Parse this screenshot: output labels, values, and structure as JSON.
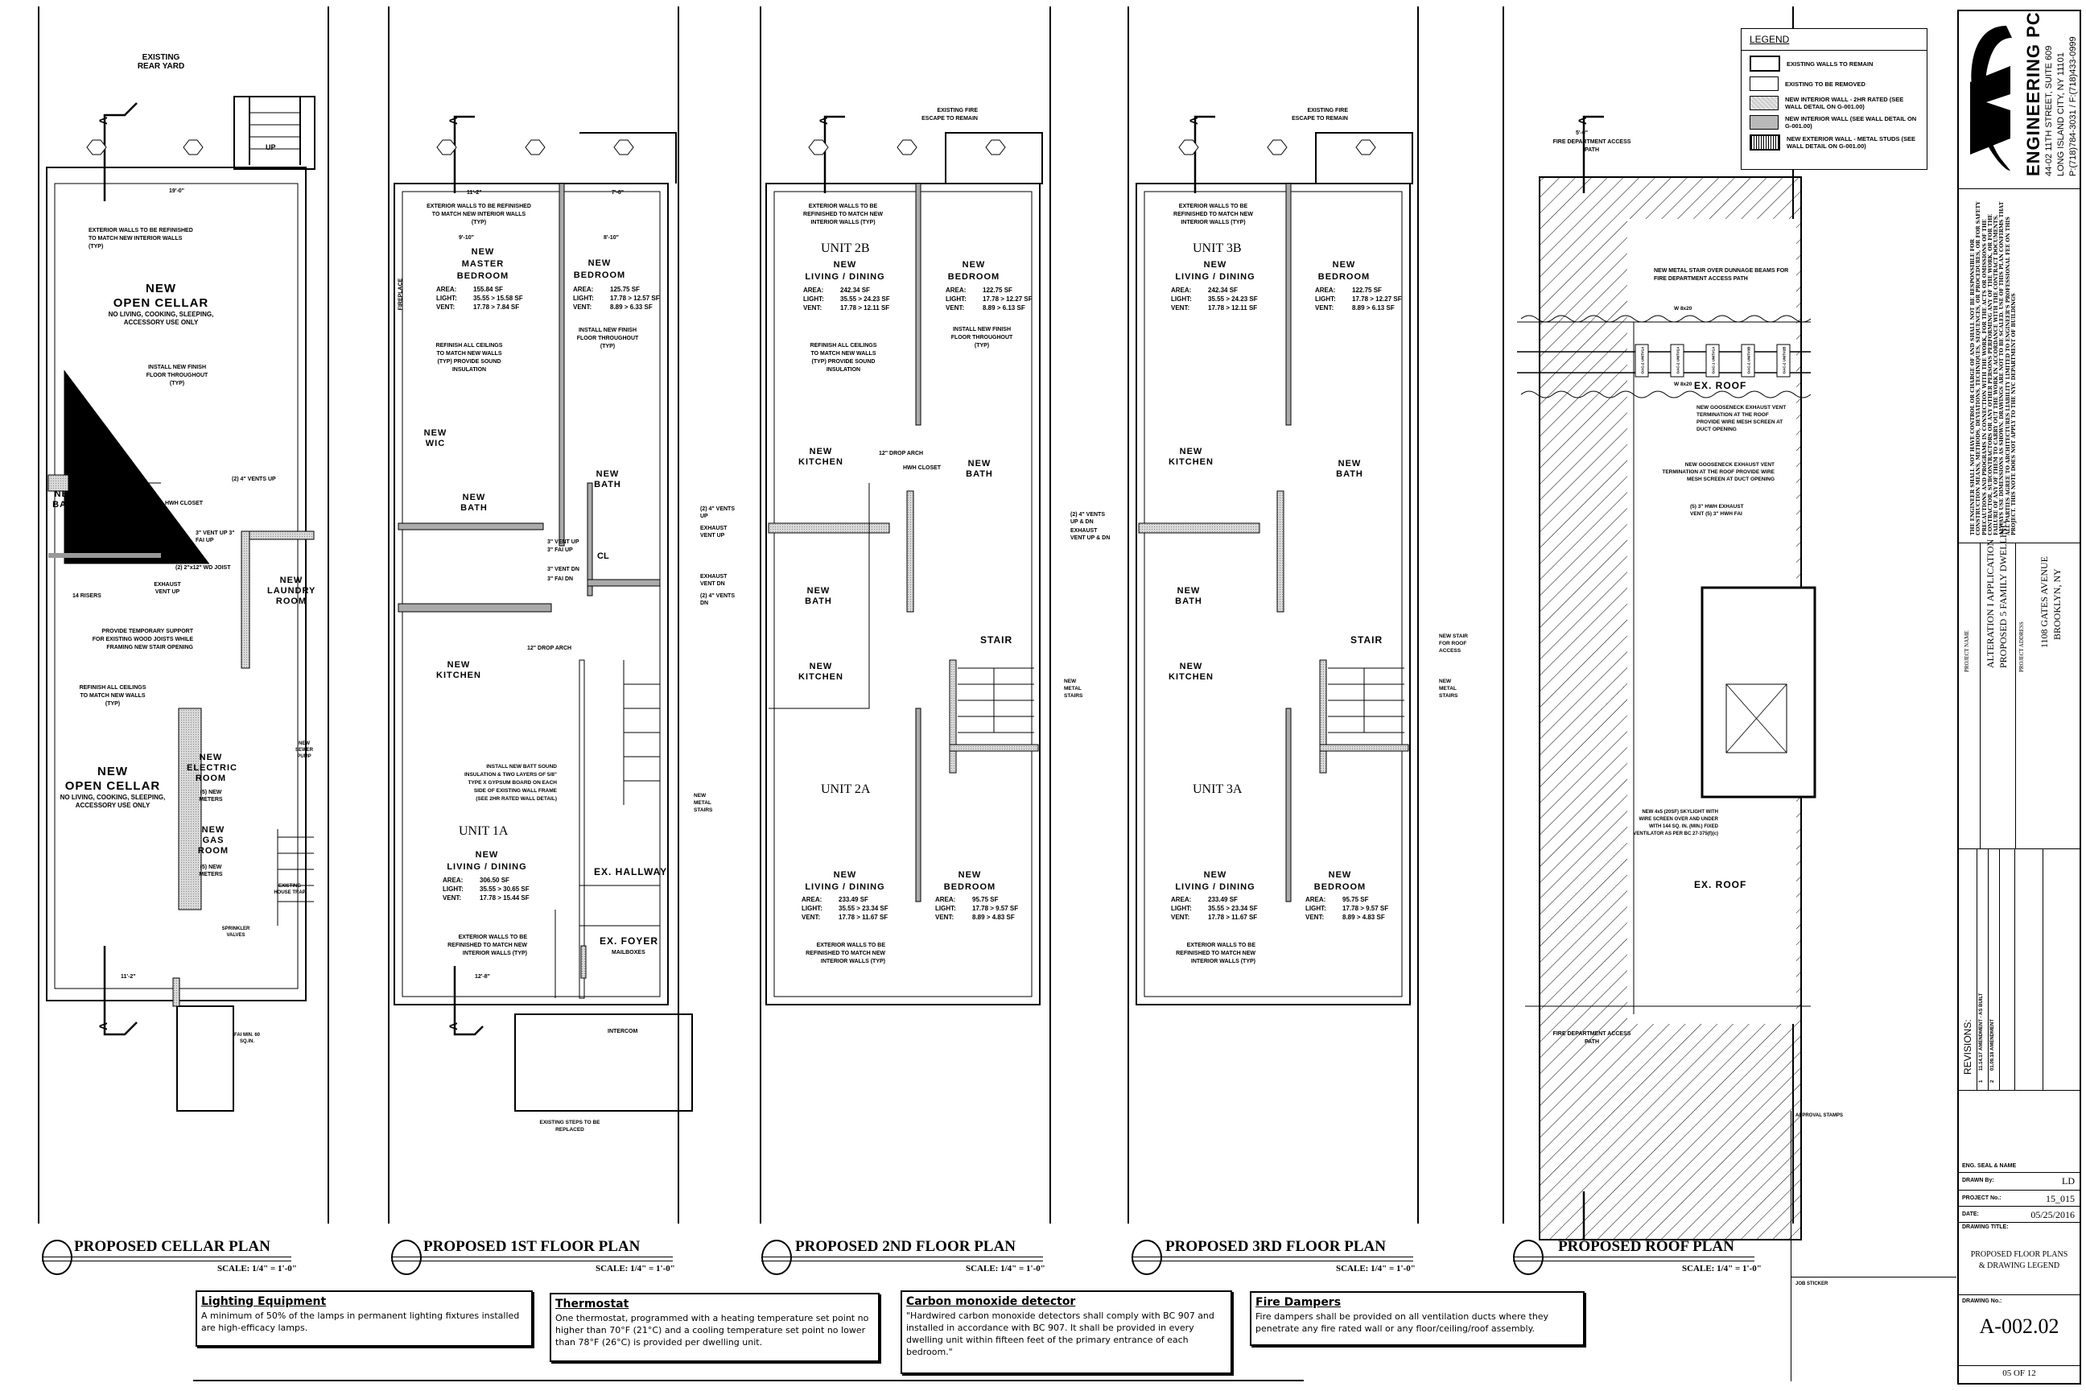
{
  "sheet": {
    "plans": [
      {
        "title": "PROPOSED CELLAR PLAN",
        "scale": "SCALE: 1/4\" = 1'-0\""
      },
      {
        "title": "PROPOSED 1ST FLOOR PLAN",
        "scale": "SCALE: 1/4\" = 1'-0\""
      },
      {
        "title": "PROPOSED 2ND FLOOR PLAN",
        "scale": "SCALE: 1/4\" = 1'-0\""
      },
      {
        "title": "PROPOSED 3RD FLOOR PLAN",
        "scale": "SCALE: 1/4\" = 1'-0\""
      },
      {
        "title": "PROPOSED ROOF PLAN",
        "scale": "SCALE: 1/4\" = 1'-0\""
      }
    ]
  },
  "cellar": {
    "rear_yard": "EXISTING REAR YARD",
    "up": "UP",
    "dim_top": "19'-0\"",
    "ext_note": "EXTERIOR WALLS TO BE REFINISHED TO MATCH NEW INTERIOR WALLS (TYP)",
    "open_cellar_top": {
      "name": "NEW",
      "name2": "OPEN CELLAR",
      "sub": "NO LIVING, COOKING, SLEEPING,",
      "sub2": "ACCESSORY USE ONLY"
    },
    "install_floor": "INSTALL NEW FINISH FLOOR THROUGHOUT (TYP)",
    "bath": "NEW BATH",
    "hwh_closet": "HWH CLOSET",
    "vents_up": "(2) 4\" VENTS UP",
    "vent_fai": "3\" VENT UP 3\" FAI UP",
    "joist": "(2) 2\"x12\" WD JOIST",
    "risers": "14 RISERS",
    "exhaust": "EXHAUST VENT UP",
    "laundry": "NEW LAUNDRY ROOM",
    "temp_support": "PROVIDE TEMPORARY SUPPORT FOR EXISTING WOOD JOISTS WHILE FRAMING NEW STAIR OPENING",
    "refinish": "REFINISH ALL CEILINGS TO MATCH NEW WALLS (TYP)",
    "open_cellar_bottom": {
      "name": "NEW",
      "name2": "OPEN CELLAR",
      "sub": "NO LIVING, COOKING, SLEEPING,",
      "sub2": "ACCESSORY USE ONLY"
    },
    "electric": "NEW ELECTRIC ROOM",
    "electric_meters": "(5) NEW METERS",
    "gas": "NEW GAS ROOM",
    "gas_meters": "(5) NEW METERS",
    "sewer": "NEW SEWER PUMP",
    "house_trap": "EXISTING HOUSE TRAP",
    "sprinkler": "SPRINKLER VALVES",
    "fai": "FAI MIN. 60 SQ.IN.",
    "dim_bottom": "11'-2\""
  },
  "first": {
    "ext_note": "EXTERIOR WALLS TO BE REFINISHED TO MATCH NEW INTERIOR WALLS (TYP)",
    "dims": [
      "11'-2\"",
      "7'-8\"",
      "9'-10\"",
      "8'-10\""
    ],
    "master": {
      "name": "NEW",
      "name2": "MASTER",
      "name3": "BEDROOM",
      "area": "155.84 SF",
      "light": "35.55 > 15.58 SF",
      "vent": "17.78 > 7.84 SF"
    },
    "bedroom": {
      "name": "NEW",
      "name2": "BEDROOM",
      "area": "125.75 SF",
      "light": "17.78 > 12.57 SF",
      "vent": "8.89 > 6.33 SF"
    },
    "fireplace": "FIREPLACE",
    "refinish": "REFINISH ALL CEILINGS TO MATCH NEW WALLS (TYP) PROVIDE SOUND INSULATION",
    "install_floor": "INSTALL NEW FINISH FLOOR THROUGHOUT (TYP)",
    "wic": "NEW WIC",
    "bath1": "NEW BATH",
    "bath2": "NEW BATH",
    "cl": "CL",
    "kitchen": "NEW KITCHEN",
    "drop_arch": "12\" DROP ARCH",
    "vent_notes": [
      "3\" VENT UP",
      "3\" FAI UP",
      "3\" VENT DN",
      "3\" FAI DN"
    ],
    "right_notes": [
      "(2) 4\" VENTS UP",
      "EXHAUST VENT UP",
      "EXHAUST VENT DN",
      "(2) 4\" VENTS DN"
    ],
    "batt_note": "INSTALL NEW BATT SOUND INSULATION & TWO LAYERS OF 5/8\" TYPE X GYPSUM BOARD ON EACH SIDE OF EXISTING WALL FRAME (SEE 2HR RATED WALL DETAIL)",
    "unit": "UNIT 1A",
    "living": {
      "name": "NEW",
      "name2": "LIVING / DINING",
      "area": "306.50 SF",
      "light": "35.55 > 30.65 SF",
      "vent": "17.78 > 15.44 SF"
    },
    "hallway": "EX. HALLWAY",
    "foyer": "EX. FOYER",
    "mailboxes": "MAILBOXES",
    "intercom": "INTERCOM",
    "metal_stairs": "NEW METAL STAIRS",
    "steps": "EXISTING STEPS TO BE REPLACED",
    "dim_bottom": "12'-8\""
  },
  "second": {
    "fire_escape": "EXISTING FIRE ESCAPE TO REMAIN",
    "ext_note": "EXTERIOR WALLS TO BE REFINISHED TO MATCH NEW INTERIOR WALLS (TYP)",
    "unit_b": "UNIT 2B",
    "living_b": {
      "name": "NEW",
      "name2": "LIVING / DINING",
      "area": "242.34 SF",
      "light": "35.55 > 24.23 SF",
      "vent": "17.78 > 12.11 SF"
    },
    "bedroom_b": {
      "name": "NEW",
      "name2": "BEDROOM",
      "area": "122.75 SF",
      "light": "17.78 > 12.27 SF",
      "vent": "8.89 > 6.13 SF"
    },
    "refinish": "REFINISH ALL CEILINGS TO MATCH NEW WALLS (TYP) PROVIDE SOUND INSULATION",
    "install_floor": "INSTALL NEW FINISH FLOOR THROUGHOUT (TYP)",
    "kitchen1": "NEW KITCHEN",
    "kitchen2": "NEW KITCHEN",
    "bath1": "NEW BATH",
    "bath2": "NEW BATH",
    "hwh_closet": "HWH CLOSET",
    "stair": "STAIR",
    "drop_arch": "12\" DROP ARCH",
    "metal_stairs": "NEW METAL STAIRS",
    "right_notes": [
      "(2) 4\" VENTS UP & DN",
      "EXHAUST VENT UP & DN"
    ],
    "unit_a": "UNIT 2A",
    "living_a": {
      "name": "NEW",
      "name2": "LIVING / DINING",
      "area": "233.49 SF",
      "light": "35.55 > 23.34 SF",
      "vent": "17.78 > 11.67 SF"
    },
    "bedroom_a": {
      "name": "NEW",
      "name2": "BEDROOM",
      "area": "95.75 SF",
      "light": "17.78 > 9.57 SF",
      "vent": "8.89 > 4.83 SF"
    }
  },
  "third": {
    "fire_escape": "EXISTING FIRE ESCAPE TO REMAIN",
    "ext_note": "EXTERIOR WALLS TO BE REFINISHED TO MATCH NEW INTERIOR WALLS (TYP)",
    "unit_b": "UNIT 3B",
    "living_b": {
      "name": "NEW",
      "name2": "LIVING / DINING",
      "area": "242.34 SF",
      "light": "35.55 > 24.23 SF",
      "vent": "17.78 > 12.11 SF"
    },
    "bedroom_b": {
      "name": "NEW",
      "name2": "BEDROOM",
      "area": "122.75 SF",
      "light": "17.78 > 12.27 SF",
      "vent": "8.89 > 6.13 SF"
    },
    "kitchen1": "NEW KITCHEN",
    "kitchen2": "NEW KITCHEN",
    "bath1": "NEW BATH",
    "bath2": "NEW BATH",
    "stair": "STAIR",
    "roof_access": "NEW STAIR FOR ROOF ACCESS",
    "metal_stairs": "NEW METAL STAIRS",
    "unit_a": "UNIT 3A",
    "living_a": {
      "name": "NEW",
      "name2": "LIVING / DINING",
      "area": "233.49 SF",
      "light": "35.55 > 23.34 SF",
      "vent": "17.78 > 11.67 SF"
    },
    "bedroom_a": {
      "name": "NEW",
      "name2": "BEDROOM",
      "area": "95.75 SF",
      "light": "17.78 > 9.57 SF",
      "vent": "8.89 > 4.83 SF"
    }
  },
  "roof": {
    "access_top": "FIRE DEPARTMENT ACCESS PATH",
    "access_dim": "5'-0\"",
    "metal_stair": "NEW METAL STAIR OVER DUNNAGE BEAMS FOR FIRE DEPARTMENT ACCESS PATH",
    "beam": "W 8x20",
    "units": [
      "OAC-2 UNIT#1A",
      "OAC-2 UNIT#2A",
      "OAC-1 UNIT#1A",
      "OAC-2 UNIT#3B",
      "OAC-2 UNIT#2B"
    ],
    "ex_roof": "EX. ROOF",
    "gooseneck1": "NEW GOOSENECK EXHAUST VENT TERMINATION AT THE ROOF PROVIDE WIRE MESH SCREEN AT DUCT OPENING",
    "gooseneck2": "NEW GOOSENECK EXHAUST VENT TERMINATION AT THE ROOF PROVIDE WIRE MESH SCREEN AT DUCT OPENING",
    "hwh": "(5) 3\" HWH EXHAUST VENT (5) 3\" HWH FAI",
    "skylight": "NEW 4x5 (20SF) SKYLIGHT WITH WIRE SCREEN OVER AND UNDER WITH 144 SQ. IN. (MIN.) FIXED VENTILATOR AS PER BC 27-375(f)(c)",
    "ex_roof2": "EX. ROOF",
    "access_bottom": "FIRE DEPARTMENT ACCESS PATH"
  },
  "legend": {
    "title": "LEGEND",
    "items": [
      {
        "label": "EXISTING WALLS TO REMAIN",
        "swatch": "existing"
      },
      {
        "label": "EXISTING TO BE REMOVED",
        "swatch": "removed"
      },
      {
        "label": "NEW INTERIOR WALL - 2HR RATED (SEE WALL DETAIL ON G-001.00)",
        "swatch": "rated"
      },
      {
        "label": "NEW INTERIOR WALL (SEE WALL DETAIL ON G-001.00)",
        "swatch": "interior"
      },
      {
        "label": "NEW EXTERIOR WALL - METAL STUDS (SEE WALL DETAIL ON G-001.00)",
        "swatch": "exterior"
      }
    ]
  },
  "notes": [
    {
      "title": "Lighting Equipment",
      "body": "A minimum of 50% of the lamps in permanent lighting fixtures installed are high-efficacy lamps."
    },
    {
      "title": "Thermostat",
      "body": "One thermostat, programmed with a heating temperature set point no higher than 70°F (21°C) and a cooling temperature set point no lower than 78°F (26°C) is provided per dwelling unit."
    },
    {
      "title": "Carbon monoxide detector",
      "body": "\"Hardwired carbon monoxide detectors shall comply with BC 907 and installed in accordance with BC 907. It shall be provided in every dwelling unit within fifteen feet of the primary entrance of each bedroom.\""
    },
    {
      "title": "Fire Dampers",
      "body": "Fire dampers shall be provided on all ventilation ducts where they penetrate any fire rated wall or any floor/ceiling/roof assembly."
    }
  ],
  "approval": {
    "label": "APPROVAL STAMPS",
    "job_sticker": "JOB STICKER"
  },
  "title_block": {
    "company": "ENGINEERING PC",
    "address1": "44-02 11TH STREET, SUITE 609",
    "address2": "LONG ISLAND CITY, NY 11101",
    "phone": "P:(718)784-3031 / F:(718)433-0999",
    "disclaimer": "THE ENGINEER SHALL NOT HAVE CONTROL OR CHARGE OF AND SHALL NOT BE RESPONSIBLE FOR CONSTRUCTION MEANS, METHODS, DEVIATIONS, TECHNIQUES, SEQUENCES, OR PROCEDURES, OR FOR SAFETY PRECAUTIONS AND PROGRAMS IN CONNECTION WITH THE WORK, FOR THE ACTS OR OMISSIONS OF THE CONTRACTOR, SUBCONTRACTORS OR ANY OTHER PERSONS PERFORMING ANY OF THE WORK, OR FOR THE FAILURE OF ANY OF THEM TO CARRY OUT THE WORK IN ACCORDANCE WITH THE CONTRACT DOCUMENTS. ALWAYS USE DIMENSIONS AS SHOWN. DRAWINGS ARE NOT TO BE SCALED. USE OF THIS PLAN CONFIRMS THAT ALL PARTIES AGREE TO ARCHITECTURES LIABILITY LIMITED TO ENGINEER'S PROFESSIONAL FEE ON THIS PROJECT. THIS NOTE DOES NOT APPLY TO THE NYC DEPARTMENT OF BUILDINGS",
    "project_name_label": "PROJECT NAME",
    "project_name1": "ALTERATION I APPLICATION",
    "project_name2": "PROPOSED 5 FAMILY DWELLING",
    "project_address_label": "PROJECT ADDRESS",
    "address_line1": "1108 GATES AVENUE",
    "address_line2": "BROOKLYN, NY",
    "revisions_label": "REVISIONS:",
    "revisions": [
      {
        "no": "1",
        "date": "11.14.17",
        "desc": "AMENDMENT - AS BUILT"
      },
      {
        "no": "2",
        "date": "01.09.18",
        "desc": "AMENDMENT"
      }
    ],
    "seal_label": "ENG. SEAL & NAME",
    "drawn_by_label": "DRAWN By:",
    "drawn_by": "LD",
    "project_no_label": "PROJECT No.:",
    "project_no": "15_015",
    "date_label": "DATE:",
    "date": "05/25/2016",
    "drawing_title_label": "DRAWING TITLE:",
    "drawing_title1": "PROPOSED FLOOR PLANS",
    "drawing_title2": "& DRAWING LEGEND",
    "drawing_no_label": "DRAWING No.:",
    "drawing_no": "A-002.02",
    "sheet_count": "05 OF 12"
  }
}
